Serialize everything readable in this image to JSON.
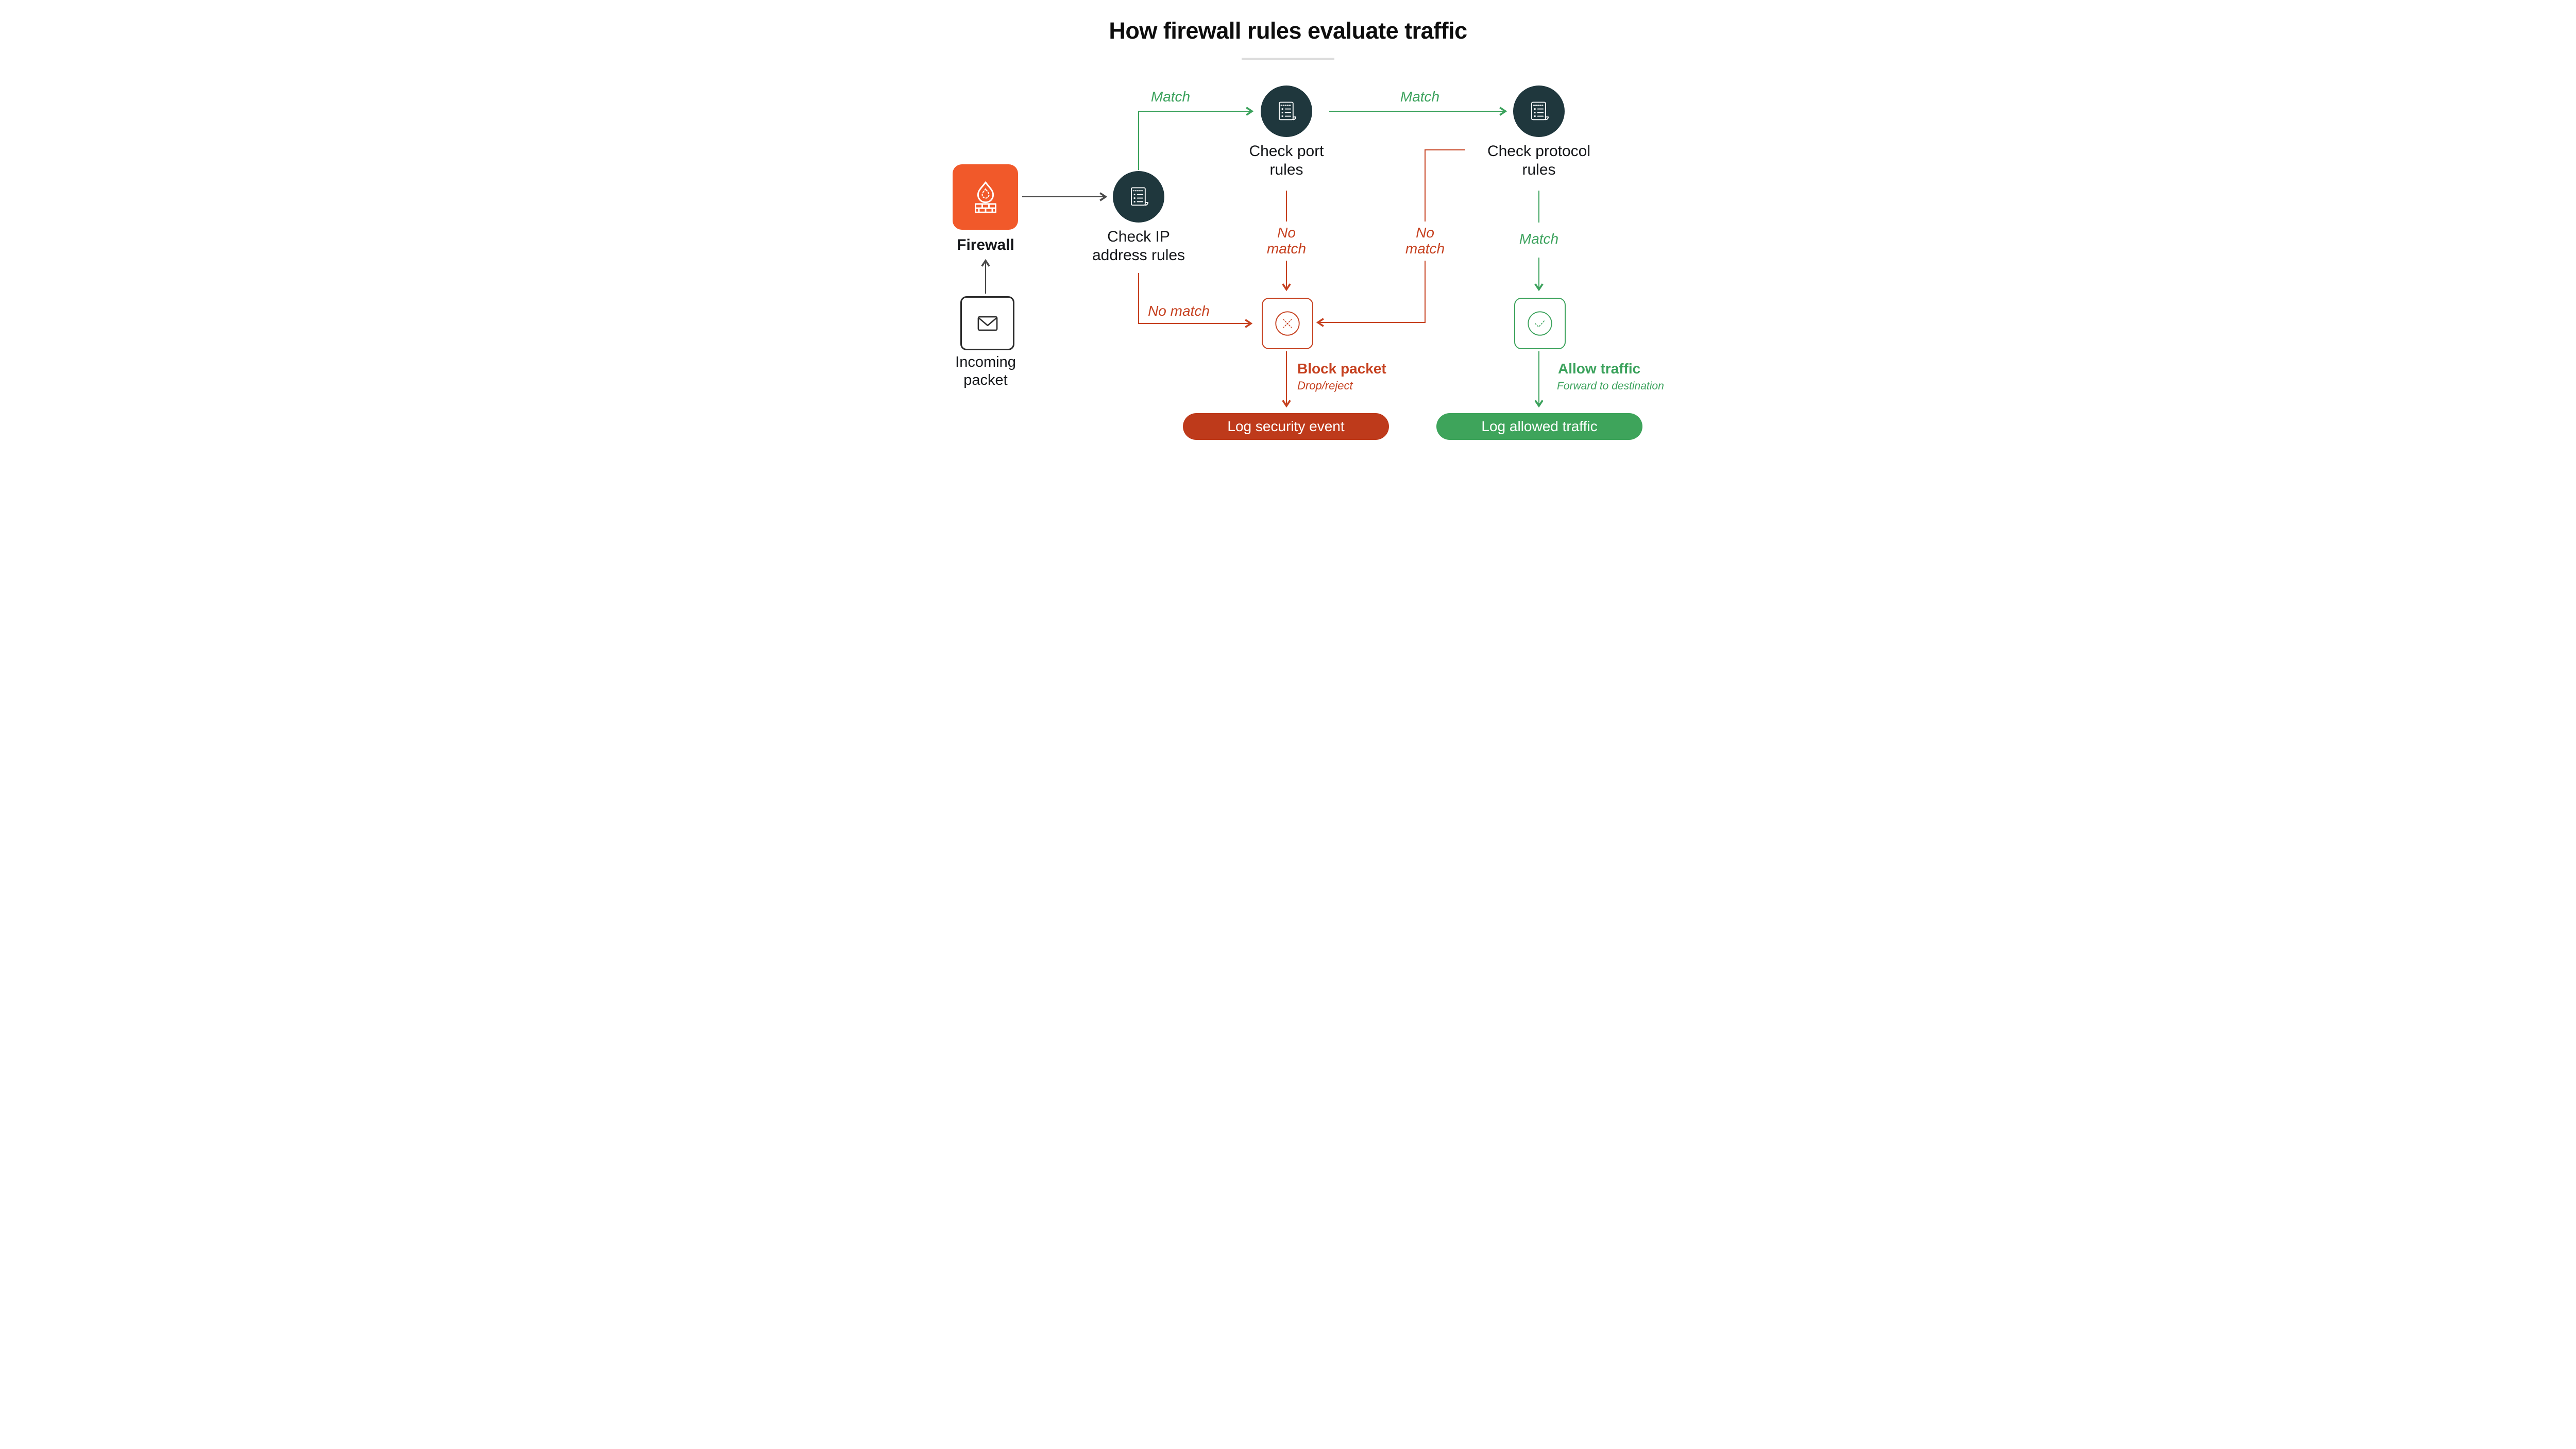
{
  "title": "How firewall rules evaluate traffic",
  "nodes": {
    "firewall": {
      "label": "Firewall"
    },
    "incoming_packet": {
      "label": "Incoming\npacket"
    },
    "check_ip": {
      "label": "Check IP\naddress rules"
    },
    "check_port": {
      "label": "Check port\nrules"
    },
    "check_protocol": {
      "label": "Check protocol\nrules"
    }
  },
  "edges": {
    "ip_to_port": "Match",
    "port_to_protocol": "Match",
    "protocol_to_allow": "Match",
    "ip_to_block": "No match",
    "port_to_block": "No\nmatch",
    "protocol_to_block": "No\nmatch"
  },
  "outcomes": {
    "block": {
      "title": "Block packet",
      "subtitle": "Drop/reject",
      "log": "Log security event"
    },
    "allow": {
      "title": "Allow traffic",
      "subtitle": "Forward to destination",
      "log": "Log allowed traffic"
    }
  },
  "colors": {
    "firewall_orange": "#F1592A",
    "node_dark": "#1F373D",
    "match_green": "#3BA25C",
    "no_match_red": "#C64120",
    "log_security_red": "#BE3A1B",
    "log_allowed_green": "#3EA45B",
    "underline_gray": "#DCDCDC"
  }
}
